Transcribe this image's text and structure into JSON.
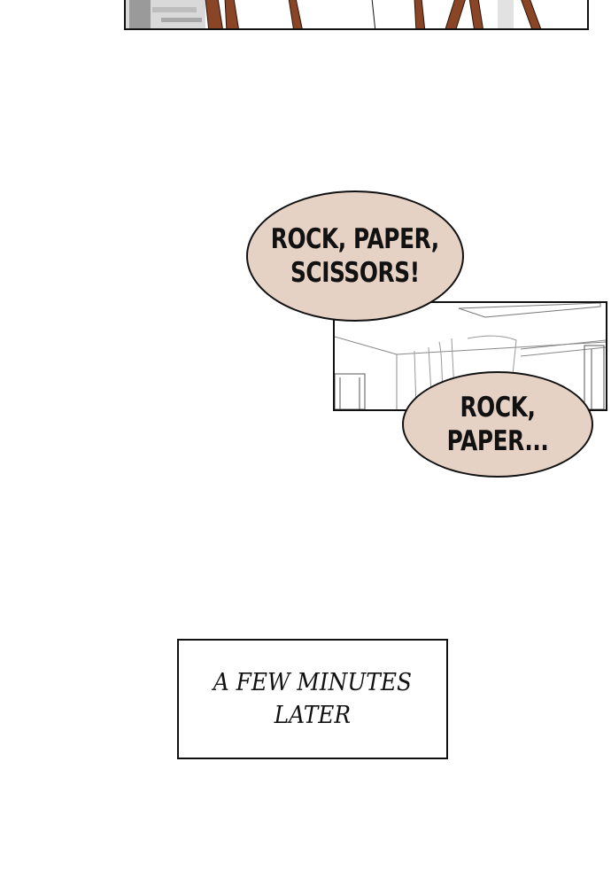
{
  "bubbles": {
    "first": "ROCK, PAPER,\nSCISSORS!",
    "second": "ROCK, PAPER..."
  },
  "caption": {
    "text": "A FEW MINUTES\nLATER"
  },
  "colors": {
    "bubble_fill": "#e6d1c5",
    "ink": "#111111",
    "wood": "#8a4526"
  }
}
